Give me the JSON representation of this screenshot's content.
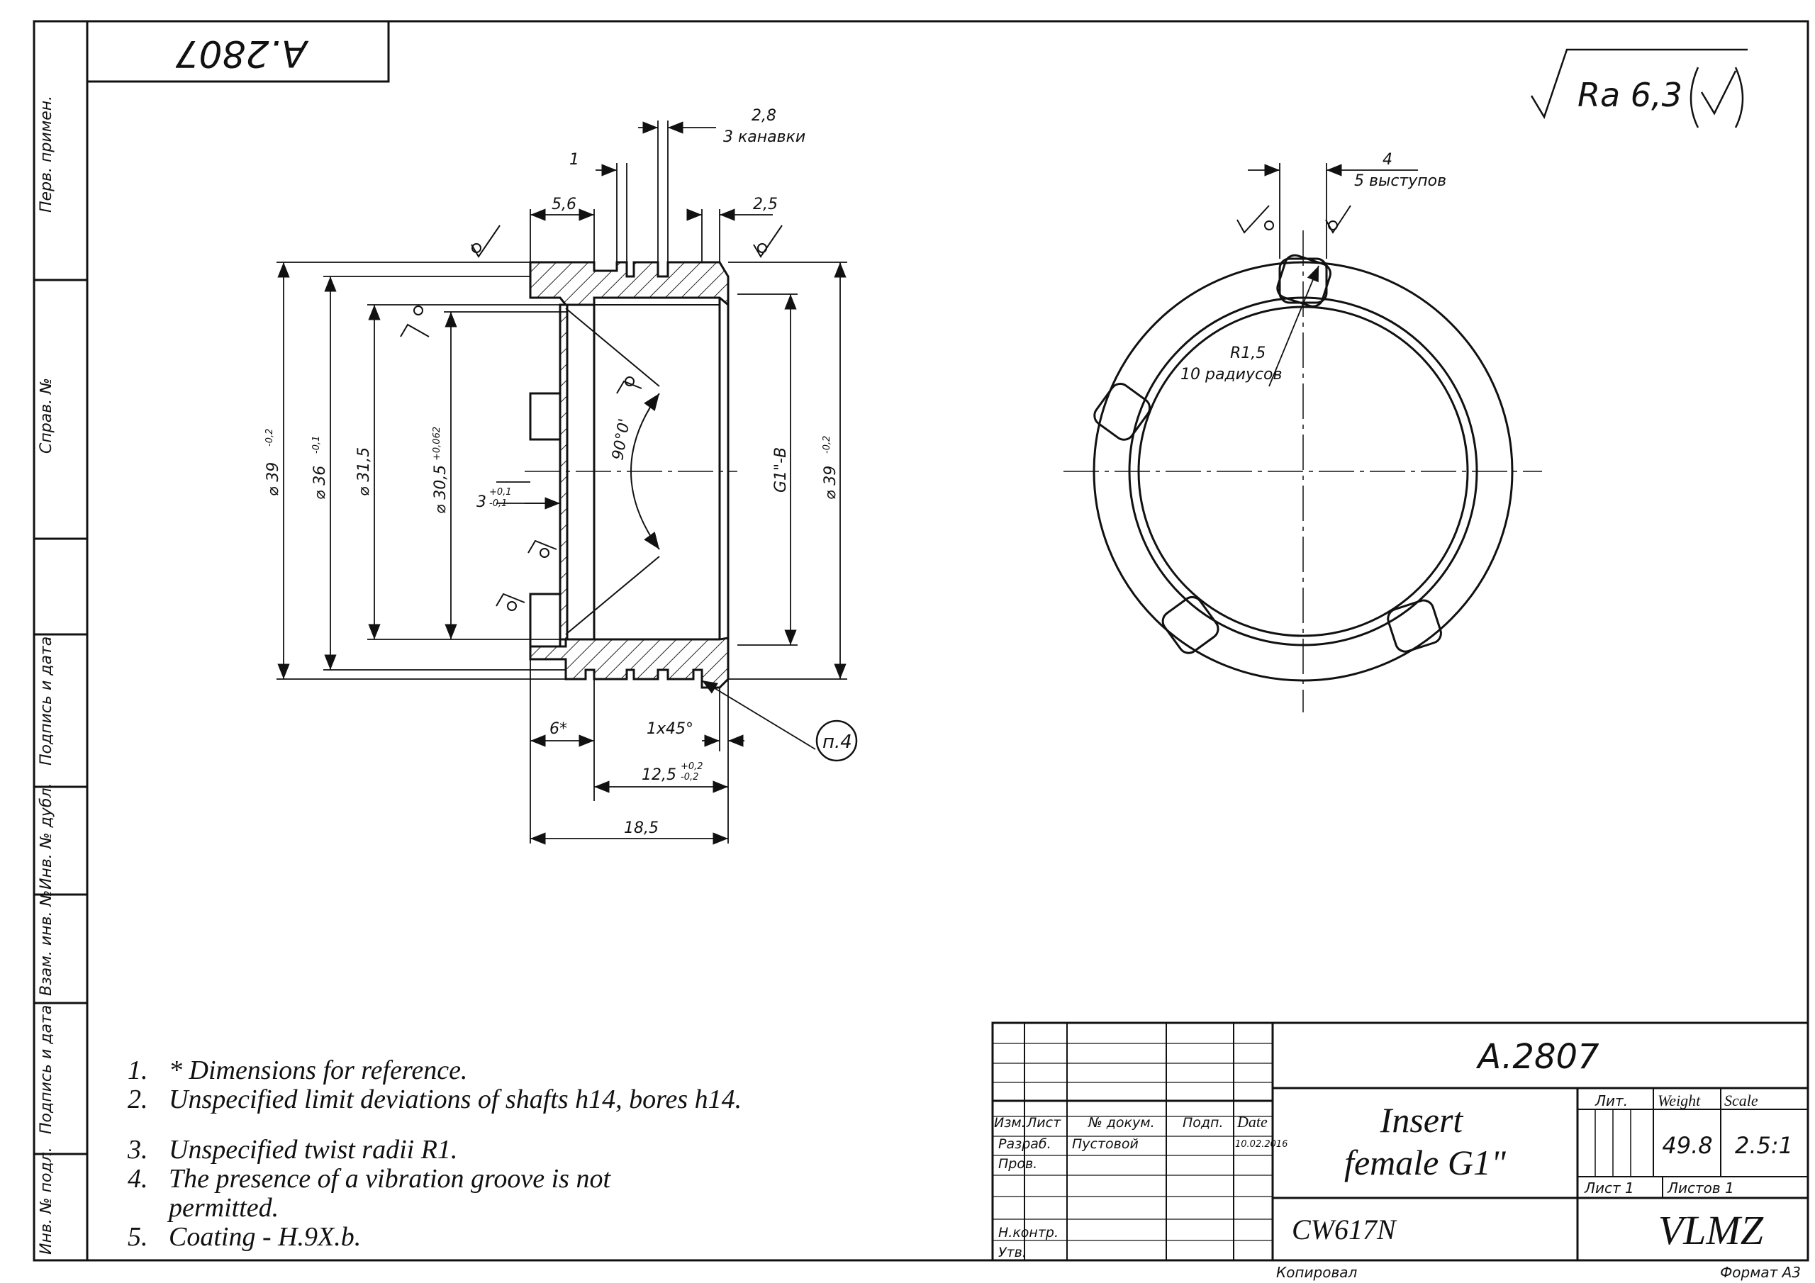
{
  "top_stamp": "A.2807",
  "roughness": {
    "label": "Ra 6,3"
  },
  "side_strip": [
    "Перв. примен.",
    "Справ. №",
    "Подпись и дата",
    "Инв. № дубл.",
    "Взам. инв. №",
    "Подпись и дата",
    "Инв. № подл."
  ],
  "section_view": {
    "dims": {
      "grooves": "2,8",
      "grooves_note": "3 канавки",
      "d1": "1",
      "d56": "5,6",
      "d25": "2,5",
      "dia39": "⌀ 39",
      "dia39_tol": "-0,2",
      "dia36": "⌀ 36",
      "dia36_tol": "-0,1",
      "dia315": "⌀ 31,5",
      "dia305": "⌀ 30,5",
      "dia305_tol": "+0,062",
      "d3": "3",
      "d3_tol_up": "+0,1",
      "d3_tol_dn": "-0,1",
      "angle": "90°0'",
      "thread": "G1\"-B",
      "dia39r": "⌀ 39",
      "dia39r_tol": "-0,2",
      "d6": "6*",
      "chamfer": "1x45°",
      "d125": "12,5",
      "d125_tol_up": "+0,2",
      "d125_tol_dn": "-0,2",
      "d185": "18,5",
      "note_ref": "п.4"
    }
  },
  "front_view": {
    "dims": {
      "lugs": "4",
      "lugs_note": "5 выступов",
      "radius": "R1,5",
      "radius_note": "10 радиусов"
    }
  },
  "notes": [
    {
      "num": "1.",
      "text": " * Dimensions for reference."
    },
    {
      "num": "2.",
      "text": " Unspecified limit deviations of shafts h14, bores h14."
    },
    {
      "num": "3.",
      "text": "Unspecified twist radii R1."
    },
    {
      "num": "4.",
      "text": "The presence of a vibration groove is not permitted."
    },
    {
      "num": "5.",
      "text": "Coating - H.9X.b."
    }
  ],
  "title_block": {
    "designation": "A.2807",
    "name_line1": "Insert",
    "name_line2": "female G1\"",
    "material": "CW617N",
    "company": "VLMZ",
    "lit_label": "Лит.",
    "weight_label": "Weight",
    "scale_label": "Scale",
    "weight": "49.8",
    "scale": "2.5:1",
    "sheet_label": "Лист 1",
    "sheets_label": "Листов 1",
    "col_izm": "Изм.",
    "col_list": "Лист",
    "col_doc": "№ докум.",
    "col_sign": "Подп.",
    "col_date": "Date",
    "row_razrab": "Разраб.",
    "row_prov": "Пров.",
    "row_nkontr": "Н.контр.",
    "row_utv": "Утв.",
    "developer": "Пустовой",
    "dev_date": "10.02.2016",
    "copied": "Копировал",
    "format": "Формат А3"
  }
}
